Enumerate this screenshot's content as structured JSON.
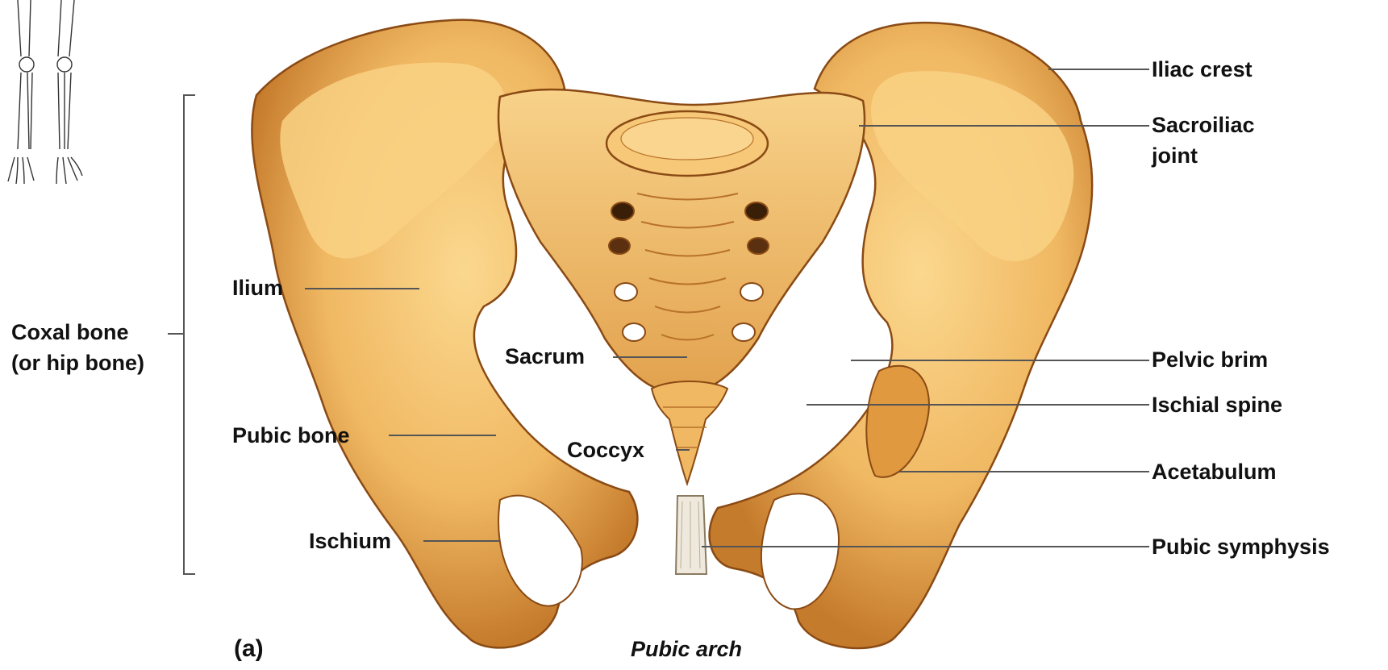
{
  "figure": {
    "panel_label": "(a)",
    "bottom_caption": "Pubic arch",
    "coxal_group": {
      "line1": "Coxal bone",
      "line2": "(or hip bone)"
    }
  },
  "labels": {
    "iliac_crest": "Iliac crest",
    "sacroiliac_joint_1": "Sacroiliac",
    "sacroiliac_joint_2": "joint",
    "ilium": "Ilium",
    "sacrum": "Sacrum",
    "pelvic_brim": "Pelvic brim",
    "ischial_spine": "Ischial spine",
    "pubic_bone": "Pubic bone",
    "coccyx": "Coccyx",
    "acetabulum": "Acetabulum",
    "ischium": "Ischium",
    "pubic_symphysis": "Pubic symphysis"
  },
  "colors": {
    "bone_light": "#f7cf7e",
    "bone_mid": "#eaaa4f",
    "bone_dark": "#b86e24",
    "bone_shadow": "#8a4a14",
    "cartilage": "#efe9dd",
    "leader_line": "#555555",
    "text": "#111111"
  }
}
